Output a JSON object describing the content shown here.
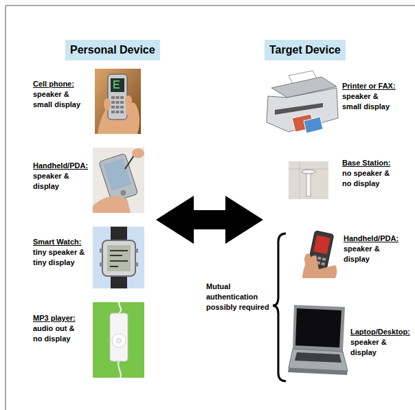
{
  "diagram": {
    "nodes": [
      {
        "text": [
          "Personal Device"
        ]
      },
      {
        "text": [
          "Cell phone:",
          "speaker & small display"
        ],
        "in": 0
      },
      {
        "text": [
          "Handheld/PDA:",
          "speaker & display"
        ],
        "in": 0
      },
      {
        "text": [
          "Smart Watch:",
          "tiny speaker & tiny display"
        ],
        "in": 0
      },
      {
        "text": [
          "MP3 player:",
          "audio out & no display"
        ],
        "in": 0
      },
      {
        "text": [
          "Target Device"
        ]
      },
      {
        "text": [
          "Printer or FAX:",
          "speaker & small display"
        ],
        "in": 5
      },
      {
        "text": [
          "Base Station:",
          "no speaker & no display"
        ],
        "in": 5
      },
      {
        "text": [
          "Handheld/PDA:",
          "speaker & display"
        ],
        "in": 5
      },
      {
        "text": [
          "Laptop/Desktop:",
          "speaker & display"
        ],
        "in": 5
      }
    ],
    "edges": [
      {
        "from": 0,
        "to": 5,
        "arrow": "both"
      }
    ],
    "labels": [
      "Mutual authentication possibly required"
    ]
  }
}
